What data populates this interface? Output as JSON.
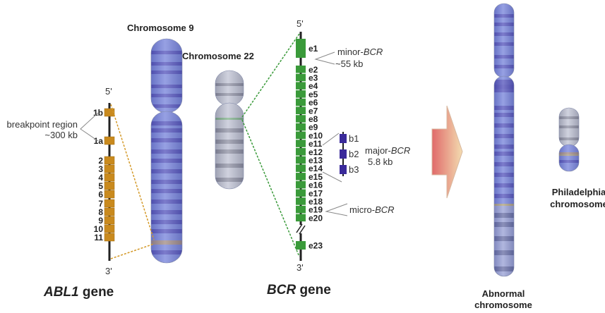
{
  "colors": {
    "abl_exon": "#c98a1e",
    "bcr_exon": "#3a9a3a",
    "b_exon": "#3a2a9a",
    "chr_blue": "#7f8ad6",
    "chr_band_blue": "#3b2a98",
    "chr_gray": "#b9bccb",
    "chr_band_gray": "#55566a",
    "arrow_start": "#e06a6a",
    "arrow_end": "#f3dcb0"
  },
  "chr9": {
    "label": "Chromosome 9"
  },
  "chr22": {
    "label": "Chromosome 22"
  },
  "abl1": {
    "gene_label_italic": "ABL1",
    "gene_label_rest": " gene",
    "five": "5'",
    "three": "3'",
    "exons": [
      "1b",
      "1a",
      "2",
      "3",
      "4",
      "5",
      "6",
      "7",
      "8",
      "9",
      "10",
      "11"
    ],
    "breakpoint_line1": "breakpoint region",
    "breakpoint_line2": "~300 kb"
  },
  "bcr": {
    "gene_label_italic": "BCR",
    "gene_label_rest": " gene",
    "five": "5'",
    "three": "3'",
    "exons": [
      "e1",
      "e2",
      "e3",
      "e4",
      "e5",
      "e6",
      "e7",
      "e8",
      "e9",
      "e10",
      "e11",
      "e12",
      "e13",
      "e14",
      "e15",
      "e16",
      "e17",
      "e18",
      "e19",
      "e20",
      "e23"
    ],
    "minor_prefix": "minor-",
    "minor_italic": "BCR",
    "minor_size": "~55 kb",
    "major_prefix": "major-",
    "major_italic": "BCR",
    "major_size": "5.8 kb",
    "micro_prefix": "micro-",
    "micro_italic": "BCR",
    "b_exons": [
      "b1",
      "b2",
      "b3"
    ]
  },
  "result": {
    "abnormal_line1": "Abnormal",
    "abnormal_line2": "chromosome",
    "ph_line1": "Philadelphia",
    "ph_line2": "chromosome"
  }
}
